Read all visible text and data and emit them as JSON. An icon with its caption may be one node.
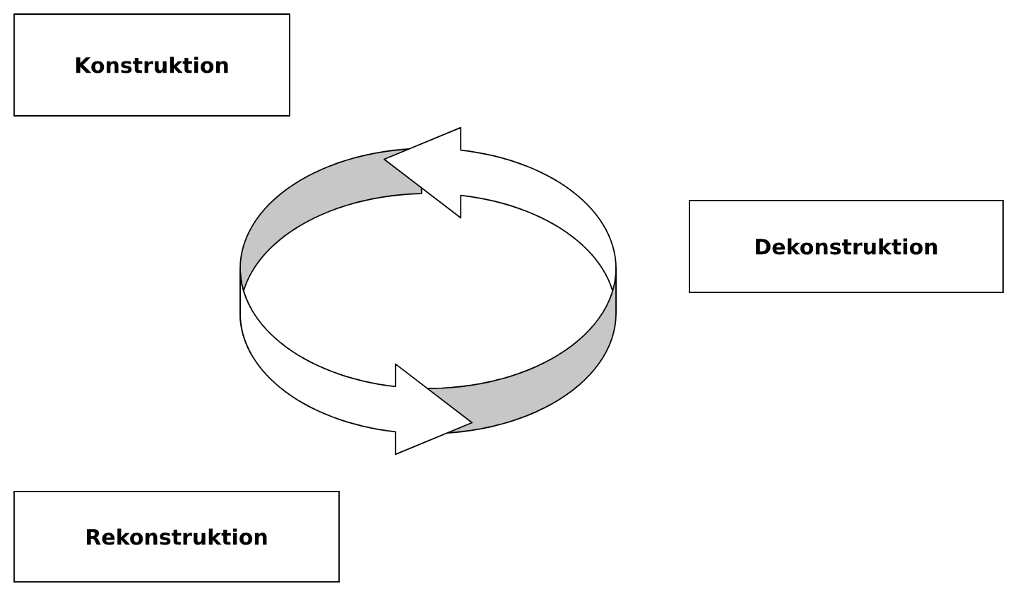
{
  "diagram": {
    "nodes": [
      {
        "text": [
          "Konstruktion"
        ]
      },
      {
        "text": [
          "Dekonstruktion"
        ]
      },
      {
        "text": [
          "Rekonstruktion"
        ]
      }
    ]
  }
}
